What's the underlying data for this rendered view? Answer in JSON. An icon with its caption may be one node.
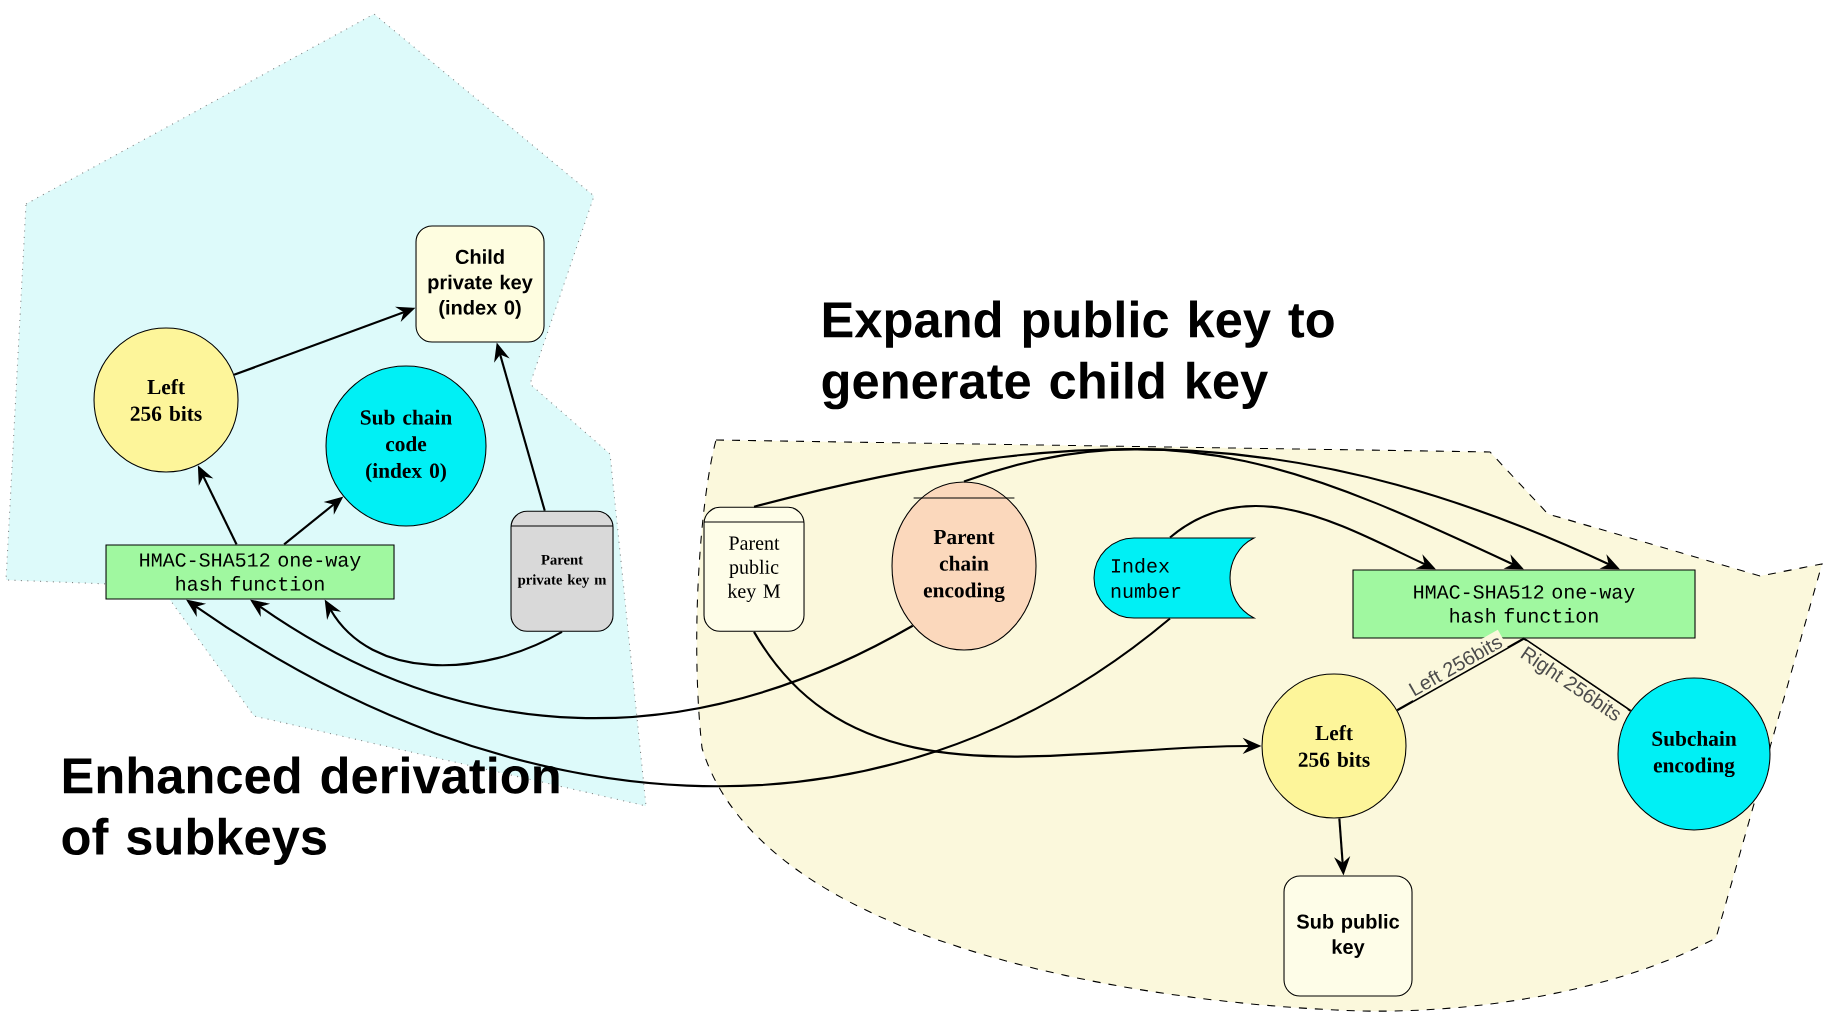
{
  "diagram": {
    "nodes": [
      {
        "text": [
          "Enhanced derivation of subkeys"
        ]
      },
      {
        "text": [
          "Child private key (index 0)"
        ],
        "in": 0
      },
      {
        "text": [
          "Left 256 bits"
        ],
        "in": 0
      },
      {
        "text": [
          "Sub chain code (index 0)"
        ],
        "in": 0
      },
      {
        "text": [
          "HMAC-SHA512 one-way hash function"
        ],
        "in": 0
      },
      {
        "text": [
          "Parent private key m"
        ],
        "in": 0
      },
      {
        "text": [
          "Expand public key to generate child key"
        ]
      },
      {
        "text": [
          "Parent public key M"
        ],
        "in": 6
      },
      {
        "text": [
          "Parent chain encoding"
        ],
        "in": 6
      },
      {
        "text": [
          "Index number"
        ],
        "in": 6
      },
      {
        "text": [
          "HMAC-SHA512 one-way hash function"
        ],
        "in": 6
      },
      {
        "text": [
          "Left 256 bits"
        ],
        "in": 6
      },
      {
        "text": [
          "Subchain encoding"
        ],
        "in": 6
      },
      {
        "text": [
          "Sub public key"
        ],
        "in": 6
      }
    ],
    "edges": [
      {
        "from": 4,
        "to": 2,
        "arrow": "to"
      },
      {
        "from": 2,
        "to": 1,
        "arrow": "to"
      },
      {
        "from": 4,
        "to": 3,
        "arrow": "to"
      },
      {
        "from": 5,
        "to": 1,
        "arrow": "to"
      },
      {
        "from": 5,
        "to": 4,
        "arrow": "to"
      },
      {
        "from": 8,
        "to": 4,
        "arrow": "to"
      },
      {
        "from": 9,
        "to": 4,
        "arrow": "to"
      },
      {
        "from": 7,
        "to": 10,
        "arrow": "to"
      },
      {
        "from": 8,
        "to": 10,
        "arrow": "to"
      },
      {
        "from": 9,
        "to": 10,
        "arrow": "to"
      },
      {
        "from": 7,
        "to": 11,
        "arrow": "to"
      },
      {
        "from": 10,
        "to": 11,
        "arrow": "none",
        "label": "Left 256bits"
      },
      {
        "from": 10,
        "to": 12,
        "arrow": "none",
        "label": "Right 256bits"
      },
      {
        "from": 11,
        "to": 13,
        "arrow": "to"
      }
    ]
  }
}
